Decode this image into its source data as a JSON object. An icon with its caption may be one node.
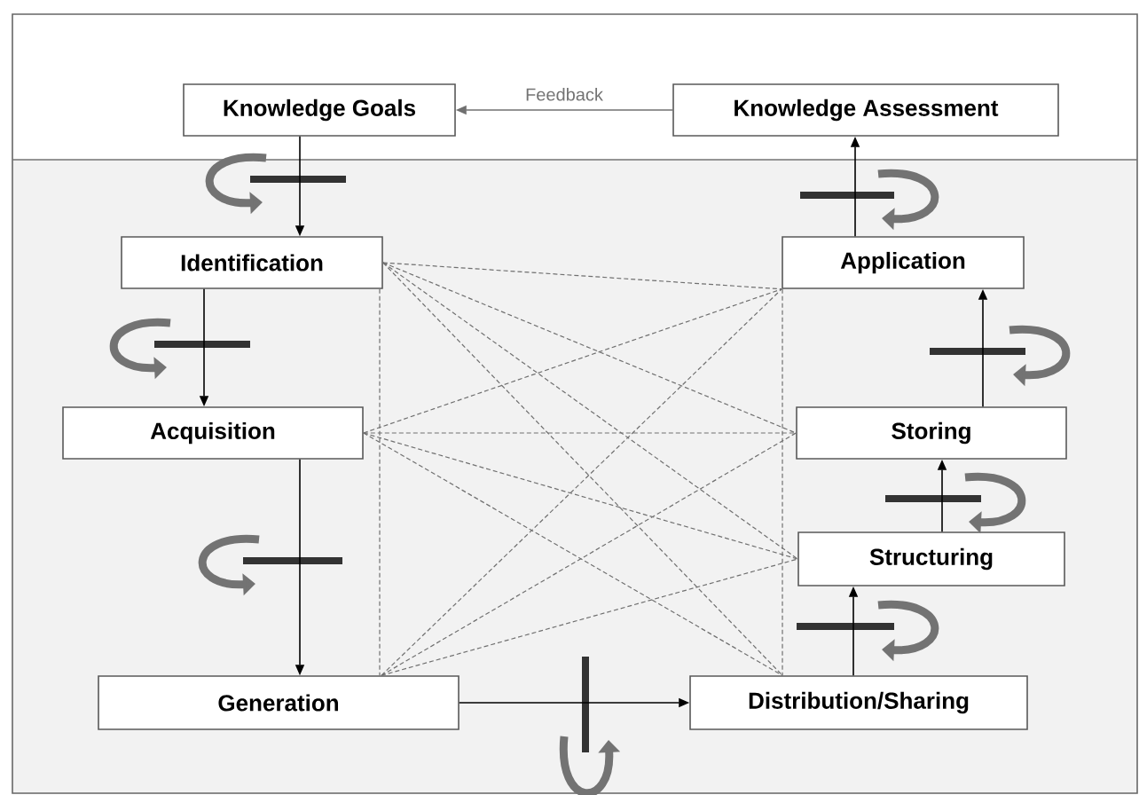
{
  "diagram": {
    "nodes": [
      {
        "text": [
          "Knowledge Goals"
        ]
      },
      {
        "text": [
          "Knowledge Assessment"
        ]
      },
      {
        "text": [
          "Identification"
        ]
      },
      {
        "text": [
          "Acquisition"
        ]
      },
      {
        "text": [
          "Generation"
        ]
      },
      {
        "text": [
          "Distribution/Sharing"
        ]
      },
      {
        "text": [
          "Structuring"
        ]
      },
      {
        "text": [
          "Storing"
        ]
      },
      {
        "text": [
          "Application"
        ]
      }
    ],
    "edges": [
      {
        "from": 1,
        "to": 0,
        "arrow": "to",
        "label": "Feedback"
      },
      {
        "from": 0,
        "to": 2,
        "arrow": "to",
        "color": "#000000"
      },
      {
        "from": 2,
        "to": 3,
        "arrow": "to",
        "color": "#000000"
      },
      {
        "from": 3,
        "to": 4,
        "arrow": "to",
        "color": "#000000"
      },
      {
        "from": 4,
        "to": 5,
        "arrow": "to",
        "color": "#000000"
      },
      {
        "from": 5,
        "to": 6,
        "arrow": "to",
        "color": "#000000"
      },
      {
        "from": 6,
        "to": 7,
        "arrow": "to",
        "color": "#000000"
      },
      {
        "from": 7,
        "to": 8,
        "arrow": "to",
        "color": "#000000"
      },
      {
        "from": 8,
        "to": 1,
        "arrow": "to",
        "color": "#000000"
      },
      {
        "from": 2,
        "to": 8,
        "arrow": "none",
        "style": "dashed"
      },
      {
        "from": 2,
        "to": 7,
        "arrow": "none",
        "style": "dashed"
      },
      {
        "from": 2,
        "to": 6,
        "arrow": "none",
        "style": "dashed"
      },
      {
        "from": 2,
        "to": 5,
        "arrow": "none",
        "style": "dashed"
      },
      {
        "from": 3,
        "to": 8,
        "arrow": "none",
        "style": "dashed"
      },
      {
        "from": 3,
        "to": 7,
        "arrow": "none",
        "style": "dashed"
      },
      {
        "from": 3,
        "to": 6,
        "arrow": "none",
        "style": "dashed"
      },
      {
        "from": 3,
        "to": 5,
        "arrow": "none",
        "style": "dashed"
      },
      {
        "from": 4,
        "to": 8,
        "arrow": "none",
        "style": "dashed"
      },
      {
        "from": 4,
        "to": 7,
        "arrow": "none",
        "style": "dashed"
      },
      {
        "from": 4,
        "to": 6,
        "arrow": "none",
        "style": "dashed"
      },
      {
        "from": 2,
        "to": 4,
        "arrow": "none",
        "style": "dashed"
      },
      {
        "from": 8,
        "to": 5,
        "arrow": "none",
        "style": "dashed"
      }
    ]
  }
}
